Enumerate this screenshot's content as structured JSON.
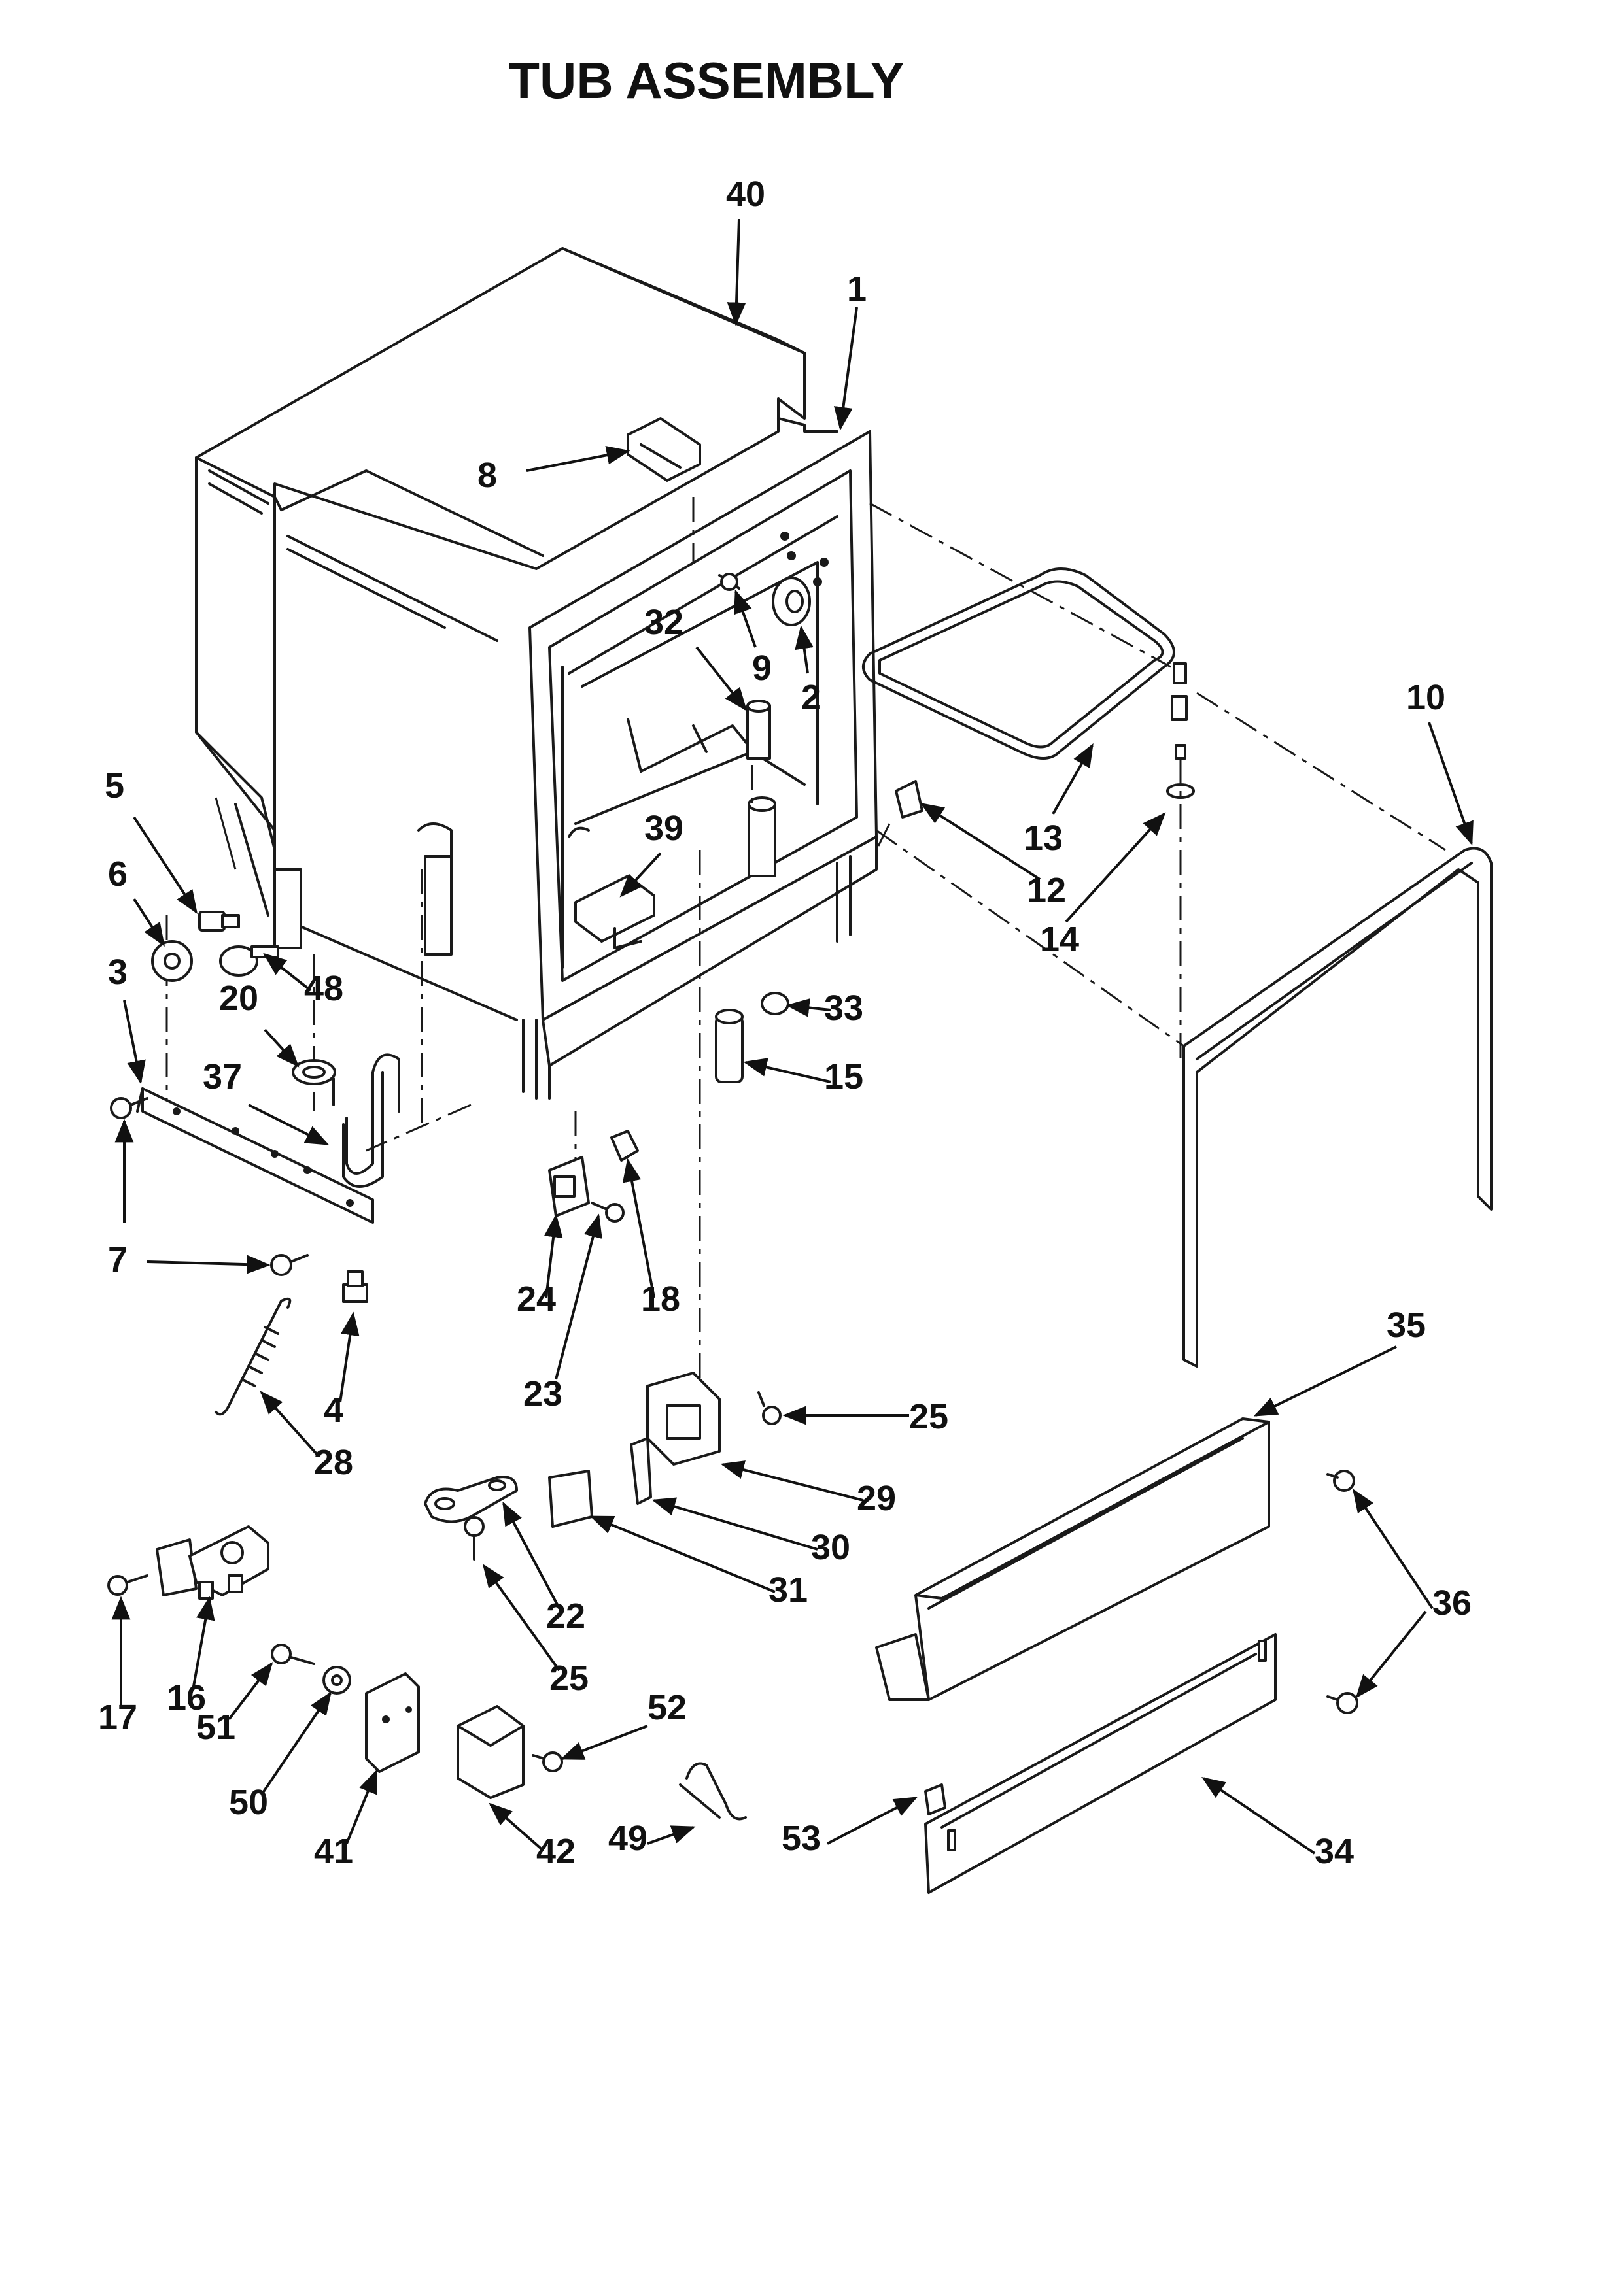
{
  "diagram": {
    "title": "TUB ASSEMBLY",
    "callouts": [
      "40",
      "1",
      "8",
      "9",
      "2",
      "32",
      "10",
      "13",
      "14",
      "12",
      "5",
      "6",
      "3",
      "20",
      "48",
      "37",
      "39",
      "33",
      "15",
      "7",
      "4",
      "28",
      "24",
      "23",
      "18",
      "35",
      "25",
      "29",
      "30",
      "31",
      "22",
      "25",
      "36",
      "17",
      "16",
      "51",
      "50",
      "41",
      "42",
      "52",
      "49",
      "53",
      "34"
    ]
  }
}
